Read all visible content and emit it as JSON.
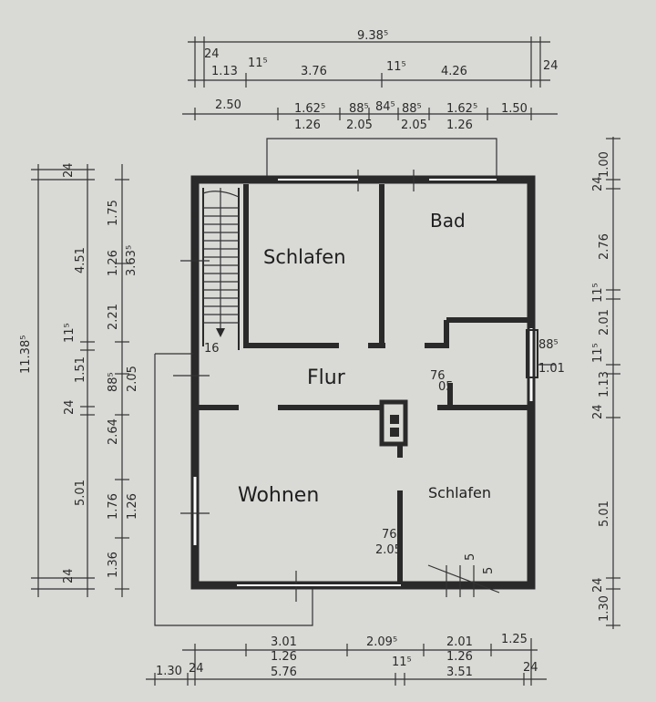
{
  "rooms": {
    "schlafen_top": "Schlafen",
    "bad": "Bad",
    "flur": "Flur",
    "wohnen": "Wohnen",
    "schlafen_bottom": "Schlafen"
  },
  "labels": {
    "stair_16": "16",
    "door1_w": "76",
    "door1_h": "05",
    "door2_w": "76",
    "door2_h": "2.05"
  },
  "top_dims": {
    "row1_total": "9.38⁵",
    "row2": [
      "24",
      "1.13",
      "11⁵",
      "3.76",
      "11⁵",
      "4.26",
      "24"
    ],
    "row3_top": [
      "2.50",
      "1.62⁵",
      "88⁵",
      "84⁵",
      "88⁵",
      "1.62⁵",
      "1.50"
    ],
    "row3_bottom": [
      "1.26",
      "2.05",
      "2.05",
      "1.26"
    ]
  },
  "bottom_dims": {
    "row1_top": [
      "3.01",
      "2.09⁵",
      "2.01",
      "1.25"
    ],
    "row1_bottom": [
      "1.26",
      "1.26"
    ],
    "row2": [
      "1.30",
      "24",
      "5.76",
      "11⁵",
      "3.51",
      "24"
    ]
  },
  "left_dims": {
    "total": "11.38⁵",
    "outer": [
      "24",
      "4.51",
      "11⁵",
      "1.51",
      "24",
      "5.01",
      "24"
    ],
    "inner": [
      "1.75",
      "1.26",
      "3.63⁵",
      "2.21",
      "88⁵",
      "2.05",
      "2.64",
      "1.76",
      "1.26",
      "1.36"
    ]
  },
  "right_dims": {
    "outer": [
      "1.00",
      "24",
      "2.76",
      "11⁵",
      "2.01",
      "11⁵",
      "1.13",
      "24",
      "5.01",
      "24",
      "1.30"
    ],
    "window": [
      "88⁵",
      "1.01"
    ]
  },
  "wall_dims": {
    "bottom_small": [
      "5",
      "5"
    ]
  }
}
